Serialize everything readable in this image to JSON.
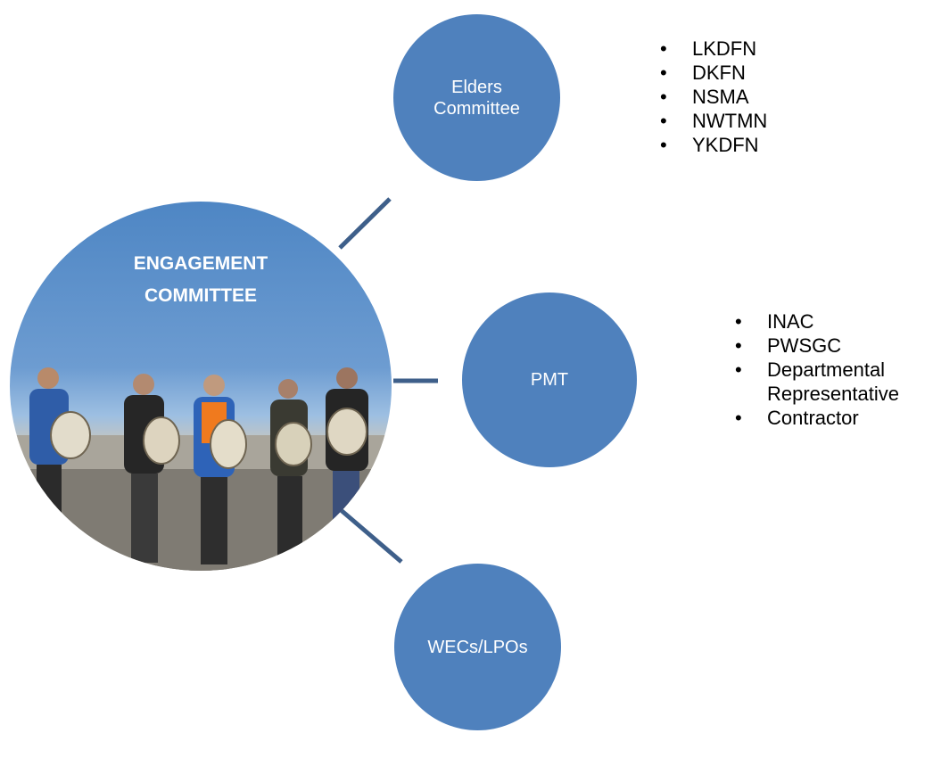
{
  "center": {
    "title_line1": "ENGAGEMENT",
    "title_line2": "COMMITTEE"
  },
  "nodes": [
    {
      "id": "elders",
      "line1": "Elders",
      "line2": "Committee"
    },
    {
      "id": "pmt",
      "line1": "PMT",
      "line2": ""
    },
    {
      "id": "wecs",
      "line1": "WECs/LPOs",
      "line2": ""
    }
  ],
  "elders_members": [
    "LKDFN",
    "DKFN",
    "NSMA",
    "NWTMN",
    "YKDFN"
  ],
  "pmt_members": [
    "INAC",
    "PWSGC",
    "Departmental Representative",
    "Contractor"
  ],
  "colors": {
    "node_fill": "#4f81bd",
    "connector": "#3e5f8a",
    "text_on_node": "#ffffff"
  }
}
